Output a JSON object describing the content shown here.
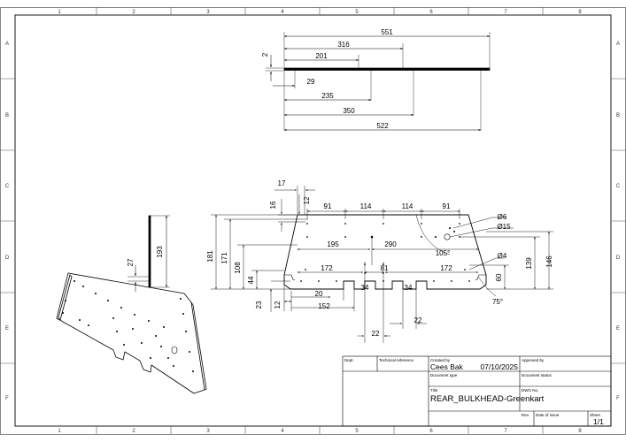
{
  "drawing": {
    "columns": [
      "1",
      "2",
      "3",
      "4",
      "5",
      "6",
      "7",
      "8"
    ],
    "rows": [
      "A",
      "B",
      "C",
      "D",
      "E",
      "F"
    ],
    "top_view_dims": [
      "551",
      "316",
      "201",
      "2",
      "29",
      "235",
      "350",
      "522"
    ],
    "side_view_dims": [
      "27",
      "193"
    ],
    "front_view_dims": {
      "top_offsets": [
        "17",
        "16",
        "12"
      ],
      "top_spacing": [
        "91",
        "114",
        "114",
        "91"
      ],
      "holes": [
        "Ø6",
        "Ø15",
        "Ø4"
      ],
      "mid": [
        "195",
        "290",
        "172",
        "81",
        "172"
      ],
      "heights_left": [
        "181",
        "171",
        "108",
        "44"
      ],
      "heights_right": [
        "139",
        "146",
        "60"
      ],
      "bottom": [
        "23",
        "12",
        "20",
        "152",
        "34",
        "34",
        "22",
        "22"
      ],
      "angles": [
        "105°",
        "75°"
      ]
    }
  },
  "title_block": {
    "dept_label": "Dept.",
    "tech_ref_label": "Technical reference",
    "created_by_label": "Created by",
    "created_by": "Cees Bak",
    "created_date": "07/10/2025",
    "approved_by_label": "Approved by",
    "doc_type_label": "Document type",
    "doc_status_label": "Document status",
    "title_label": "Title",
    "title": "REAR_BULKHEAD-Greenkart",
    "dwg_no_label": "DWG No.",
    "rev_label": "Rev.",
    "date_issue_label": "Date of issue",
    "sheet_label": "Sheet",
    "sheet": "1/1"
  }
}
